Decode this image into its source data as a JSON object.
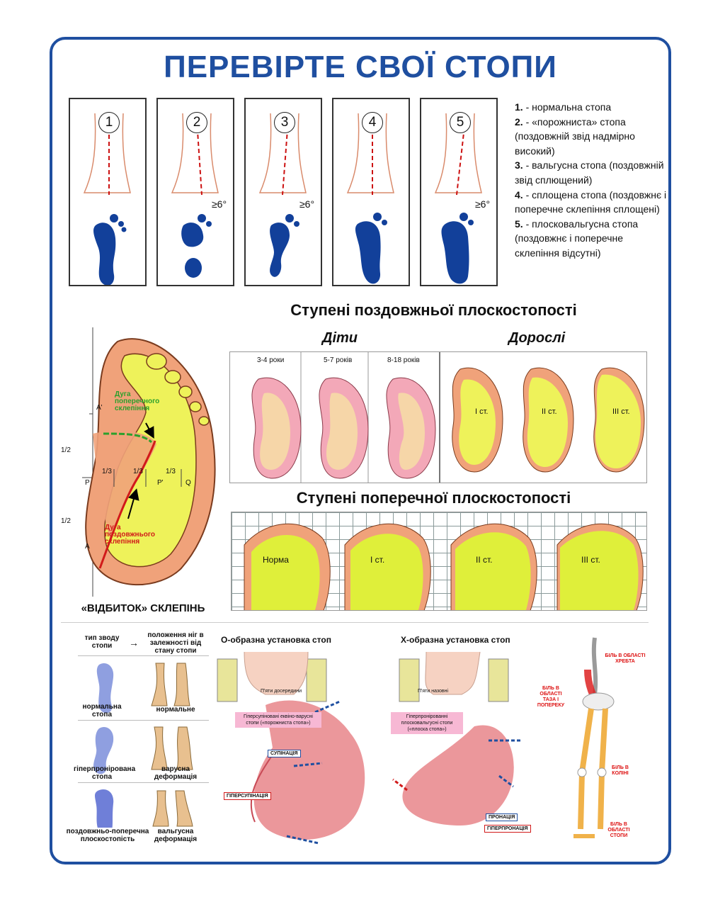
{
  "title": "ПЕРЕВІРТЕ СВОЇ СТОПИ",
  "cards": [
    {
      "num": "1",
      "deg": ""
    },
    {
      "num": "2",
      "deg": "≥6°"
    },
    {
      "num": "3",
      "deg": "≥6°"
    },
    {
      "num": "4",
      "deg": ""
    },
    {
      "num": "5",
      "deg": "≥6°"
    }
  ],
  "legend": [
    {
      "n": "1.",
      "text": " - нормальна стопа"
    },
    {
      "n": "2.",
      "text": " - «порожниста» стопа (поздовжній звід надмірно високий)"
    },
    {
      "n": "3.",
      "text": " - вальгусна стопа (поздовжній звід сплющений)"
    },
    {
      "n": "4.",
      "text": " - сплощена стопа (поздовжнє і поперечне склепіння сплощені)"
    },
    {
      "n": "5.",
      "text": " - плосковальгусна стопа (поздовжнє і поперечне склепіння відсутні)"
    }
  ],
  "longitudinal": {
    "heading": "Ступені поздовжньої плоскостопості",
    "children": "Діти",
    "adults": "Дорослі",
    "ages": [
      "3-4 роки",
      "5-7 років",
      "8-18 років"
    ],
    "adult_degrees": [
      "I ст.",
      "II ст.",
      "III ст."
    ],
    "thirds": [
      "1/3",
      "1/3",
      "1/3"
    ]
  },
  "transverse": {
    "heading": "Ступені поперечної плоскостопості",
    "degrees": [
      "Норма",
      "I ст.",
      "II ст.",
      "III ст."
    ]
  },
  "imprint": {
    "caption": "«ВІДБИТОК» СКЛЕПІНЬ",
    "transverse_arch": "Дуга поперечного склепіння",
    "longitudinal_arch": "Дуга поздовжнього склепіння",
    "halves": [
      "1/2",
      "1/2"
    ],
    "thirds": [
      "1/3",
      "1/3",
      "1/3"
    ],
    "points": [
      "A'",
      "P",
      "P'",
      "Q",
      "A"
    ]
  },
  "table": {
    "col1": "тип зводу стопи",
    "arrow": "→",
    "col2": "положення ніг в залежності від стану стопи",
    "rows": [
      {
        "foot": "нормальна стопа",
        "legs": "нормальне"
      },
      {
        "foot": "гіперпронірована стопа",
        "legs": "варусна деформація"
      },
      {
        "foot": "поздовжньо-поперечна плоскостопість",
        "legs": "вальгусна деформація"
      }
    ]
  },
  "o_shape": {
    "heading": "О-образна установка стоп",
    "heels": "П'яти досередини",
    "pink": "Гіперсупіновані еквіно-варусні стопи («порожниста стопа»)",
    "supination": "СУПІНАЦІЯ",
    "hypersupination": "ГІПЕРСУПІНАЦІЯ"
  },
  "x_shape": {
    "heading": "Х-образна установка стоп",
    "heels": "П'яти назовні",
    "pink": "Гіперпронірованні плосковальгусні стопи («плоска стопа»)",
    "pronation": "ПРОНАЦІЯ",
    "hyperpronation": "ГІПЕРПРОНАЦІЯ"
  },
  "pain": {
    "spine": "БІЛЬ В ОБЛАСТІ ХРЕБТА",
    "pelvis": "БІЛЬ В ОБЛАСТІ ТАЗА І ПОПЕРЕКУ",
    "knee": "БІЛЬ В КОЛІНІ",
    "foot": "БІЛЬ В ОБЛАСТІ СТОПИ"
  },
  "colors": {
    "brand_blue": "#1f4fa0",
    "footprint_blue": "#12409a",
    "skin": "#f0a27a",
    "yellow": "#eef25a",
    "pink": "#f7b8d4",
    "red": "#d11a1a"
  }
}
